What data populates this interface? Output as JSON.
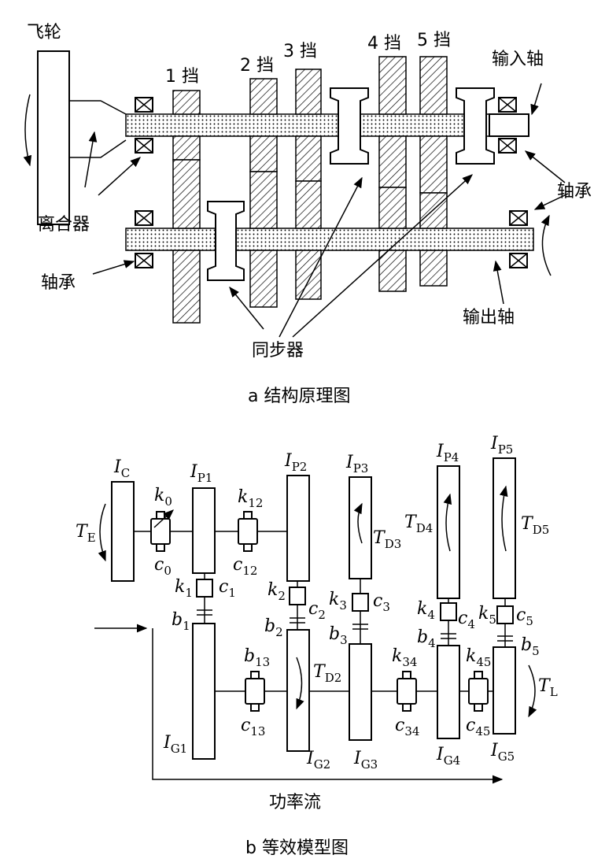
{
  "part_a": {
    "flywheel": "飞轮",
    "clutch": "离合器",
    "bearing_left": "轴承",
    "bearing_right": "轴承",
    "input_shaft": "输入轴",
    "output_shaft": "输出轴",
    "synchronizer": "同步器",
    "gears": [
      "1 挡",
      "2 挡",
      "3 挡",
      "4 挡",
      "5 挡"
    ],
    "caption": "a 结构原理图"
  },
  "part_b": {
    "inertias": {
      "c": {
        "main": "I",
        "sub": "C"
      },
      "p1": {
        "main": "I",
        "sub": "P1"
      },
      "p2": {
        "main": "I",
        "sub": "P2"
      },
      "p3": {
        "main": "I",
        "sub": "P3"
      },
      "p4": {
        "main": "I",
        "sub": "P4"
      },
      "p5": {
        "main": "I",
        "sub": "P5"
      },
      "g1": {
        "main": "I",
        "sub": "G1"
      },
      "g2": {
        "main": "I",
        "sub": "G2"
      },
      "g3": {
        "main": "I",
        "sub": "G3"
      },
      "g4": {
        "main": "I",
        "sub": "G4"
      },
      "g5": {
        "main": "I",
        "sub": "G5"
      }
    },
    "torques": {
      "te": {
        "main": "T",
        "sub": "E"
      },
      "td2": {
        "main": "T",
        "sub": "D2"
      },
      "td3": {
        "main": "T",
        "sub": "D3"
      },
      "td4": {
        "main": "T",
        "sub": "D4"
      },
      "td5": {
        "main": "T",
        "sub": "D5"
      },
      "tl": {
        "main": "T",
        "sub": "L"
      }
    },
    "stiffness": {
      "k0": {
        "main": "k",
        "sub": "0"
      },
      "k12": {
        "main": "k",
        "sub": "12"
      },
      "k1": {
        "main": "k",
        "sub": "1"
      },
      "k2": {
        "main": "k",
        "sub": "2"
      },
      "k3": {
        "main": "k",
        "sub": "3"
      },
      "k4": {
        "main": "k",
        "sub": "4"
      },
      "k5": {
        "main": "k",
        "sub": "5"
      },
      "k34": {
        "main": "k",
        "sub": "34"
      },
      "k45": {
        "main": "k",
        "sub": "45"
      }
    },
    "damping": {
      "c0": {
        "main": "c",
        "sub": "0"
      },
      "c12": {
        "main": "c",
        "sub": "12"
      },
      "c1": {
        "main": "c",
        "sub": "1"
      },
      "c2": {
        "main": "c",
        "sub": "2"
      },
      "c3": {
        "main": "c",
        "sub": "3"
      },
      "c4": {
        "main": "c",
        "sub": "4"
      },
      "c5": {
        "main": "c",
        "sub": "5"
      },
      "c13": {
        "main": "c",
        "sub": "13"
      },
      "c34": {
        "main": "c",
        "sub": "34"
      },
      "c45": {
        "main": "c",
        "sub": "45"
      }
    },
    "backlash": {
      "b1": {
        "main": "b",
        "sub": "1"
      },
      "b2": {
        "main": "b",
        "sub": "2"
      },
      "b3": {
        "main": "b",
        "sub": "3"
      },
      "b4": {
        "main": "b",
        "sub": "4"
      },
      "b5": {
        "main": "b",
        "sub": "5"
      },
      "b13": {
        "main": "b",
        "sub": "13"
      }
    },
    "power_flow": "功率流",
    "caption": "b 等效模型图"
  }
}
